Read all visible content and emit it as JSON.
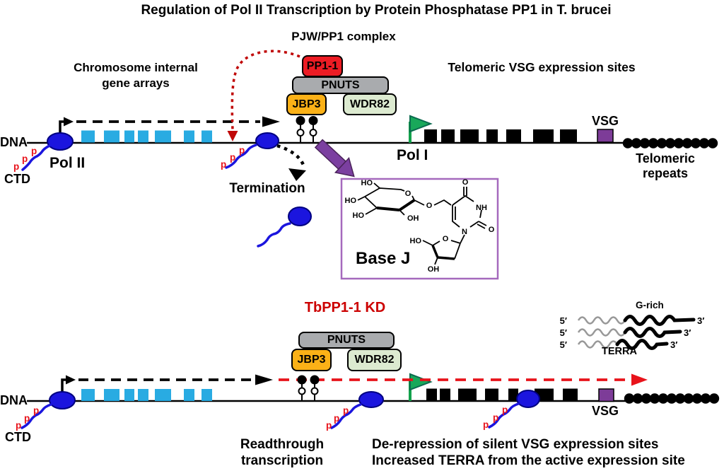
{
  "title": "Regulation of Pol II Transcription by Protein Phosphatase PP1 in T. brucei",
  "labels": {
    "phospho": "p"
  },
  "colors": {
    "pp1_red": "#EC1C24",
    "pnuts_gray": "#A9ABAE",
    "jbp3_orange": "#FBB117",
    "wdr82_green": "#DCEAD0",
    "gene_cyan": "#29ABE2",
    "polymerase_blue": "#1B15DE",
    "vsg_purple": "#7D3C98",
    "arrow_purple": "#7B3FA0",
    "flag_green": "#19A85A",
    "red_bright": "#E8131B",
    "red_dark": "#C00808",
    "kd_red": "#CC0000"
  },
  "top": {
    "complex_title": "PJW/PP1 complex",
    "proteins": {
      "pp1": "PP1-1",
      "pnuts": "PNUTS",
      "jbp3": "JBP3",
      "wdr82": "WDR82"
    },
    "gene_arrays_line1": "Chromosome internal",
    "gene_arrays_line2": "gene arrays",
    "telomeric_sites": "Telomeric VSG expression sites",
    "dna": "DNA",
    "ctd": "CTD",
    "pol2": "Pol II",
    "pol1": "Pol I",
    "termination": "Termination",
    "vsg": "VSG",
    "telomeric_repeats_line1": "Telomeric",
    "telomeric_repeats_line2": "repeats",
    "base_j": {
      "name": "Base J",
      "atoms": {
        "ho": "HO",
        "oh": "OH",
        "o": "O",
        "nh": "NH",
        "n": "N"
      }
    }
  },
  "bottom": {
    "kd_title": "TbPP1-1 KD",
    "proteins": {
      "pnuts": "PNUTS",
      "jbp3": "JBP3",
      "wdr82": "WDR82"
    },
    "dna": "DNA",
    "ctd": "CTD",
    "vsg": "VSG",
    "readthrough_line1": "Readthrough",
    "readthrough_line2": "transcription",
    "derepression_line1": "De-repression of silent VSG expression sites",
    "derepression_line2": "Increased TERRA from the active expression site",
    "terra": {
      "g_rich": "G-rich",
      "label": "TERRA",
      "five_prime": "5′",
      "three_prime": "3′"
    }
  }
}
